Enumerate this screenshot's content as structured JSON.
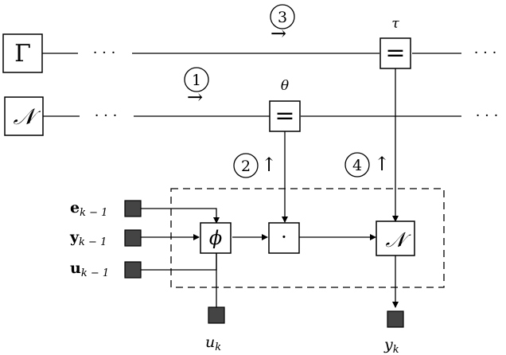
{
  "factor_nodes": {
    "gamma_prior": "Γ",
    "normal_prior": "𝒩",
    "equality_tau": "=",
    "equality_theta": "=",
    "phi_node": "ϕ",
    "dot_node": "·",
    "normal_likelihood": "𝒩"
  },
  "variable_labels": {
    "tau": "τ",
    "theta": "θ"
  },
  "ellipses": {
    "upper": "· · ·",
    "lower": "· · ·",
    "right_upper": "· · ·",
    "right_lower": "· · ·"
  },
  "messages": {
    "step1": "1",
    "step2": "2",
    "step3": "3",
    "step4": "4",
    "arrow_right": "→",
    "arrow_up": "↑"
  },
  "inputs": {
    "e_prev": {
      "main": "e",
      "sub": "k − 1"
    },
    "y_prev": {
      "main": "y",
      "sub": "k − 1"
    },
    "u_prev": {
      "main": "u",
      "sub": "k − 1"
    },
    "u_k": {
      "main": "u",
      "sub": "k"
    },
    "y_k": {
      "main": "y",
      "sub": "k"
    }
  },
  "colors": {
    "stroke": "#000000",
    "observed_fill": "#444444",
    "background": "#ffffff"
  }
}
